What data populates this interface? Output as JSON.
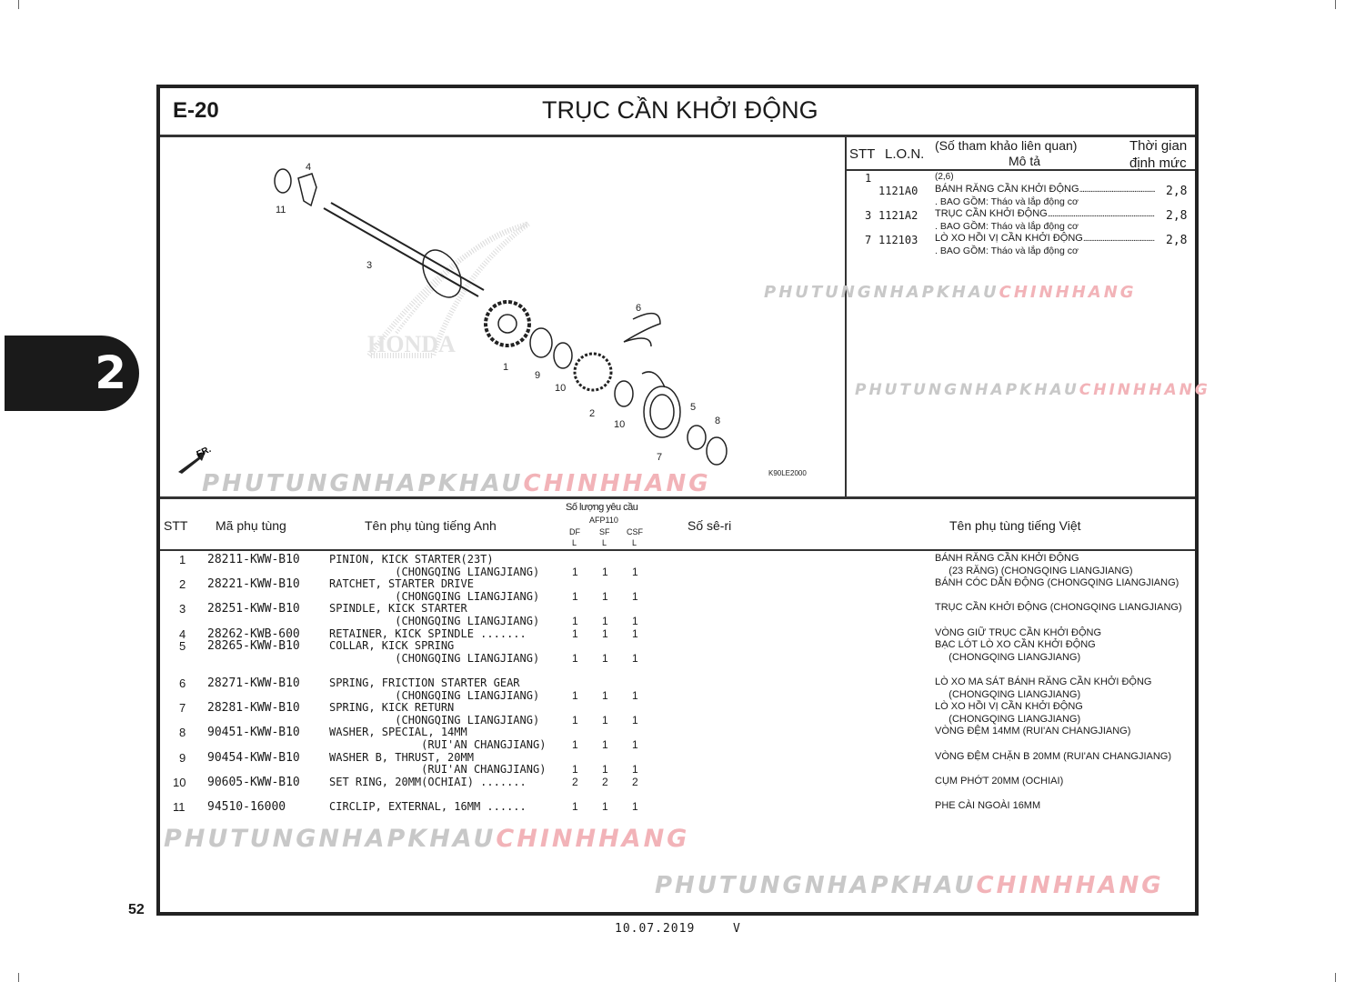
{
  "header": {
    "code": "E-20",
    "title": "TRỤC CẦN KHỞI ĐỘNG"
  },
  "watermark": {
    "part1": "PHUTUNGNHAPKHAU",
    "part2": "CHINHHANG"
  },
  "chapter_tab": "2",
  "page_number": "52",
  "footer": {
    "date": "10.07.2019",
    "version": "V"
  },
  "diagram": {
    "code": "K90LE2000",
    "front_label": "FR.",
    "brand_watermark": "HONDA",
    "callouts": [
      "4",
      "11",
      "3",
      "1",
      "9",
      "10",
      "2",
      "10",
      "6",
      "5",
      "8",
      "7"
    ]
  },
  "labor": {
    "headers": {
      "stt": "STT",
      "lon": "L.O.N.",
      "ref": "(Số tham khảo liên quan)",
      "desc": "Mô tả",
      "time1": "Thời gian",
      "time2": "định mức"
    },
    "rows": [
      {
        "stt": "1",
        "ref": "(2,6)",
        "lon": "1121A0",
        "desc": "BÁNH RĂNG CẦN KHỞI ĐỘNG",
        "note": ". BAO GỒM: Tháo và lắp động cơ",
        "time": "2,8"
      },
      {
        "stt": "3",
        "ref": "",
        "lon": "1121A2",
        "desc": "TRỤC CẦN KHỞI ĐỘNG",
        "note": ". BAO GỒM: Tháo và lắp động cơ",
        "time": "2,8"
      },
      {
        "stt": "7",
        "ref": "",
        "lon": "112103",
        "desc": "LÒ XO HỒI VỊ CẦN KHỞI ĐỘNG",
        "note": ". BAO GỒM: Tháo và lắp động cơ",
        "time": "2,8"
      }
    ]
  },
  "parts": {
    "headers": {
      "stt": "STT",
      "part_no": "Mã phụ tùng",
      "name_en": "Tên phụ tùng tiếng Anh",
      "qty_title": "Số lượng yêu cầu",
      "model": "AFP110",
      "qty_cols": [
        "DF",
        "SF",
        "CSF"
      ],
      "qty_sub": "L",
      "serial": "Số sê-ri",
      "name_vi": "Tên phụ tùng tiếng Việt"
    },
    "rows": [
      {
        "stt": "1",
        "part_no": "28211-KWW-B10",
        "name_en": "PINION, KICK STARTER(23T)\n          (CHONGQING LIANGJIANG)",
        "qty": [
          "1",
          "1",
          "1"
        ],
        "name_vi": "BÁNH RĂNG CẦN KHỞI ĐỘNG\n     (23 RĂNG) (CHONGQING LIANGJIANG)"
      },
      {
        "stt": "2",
        "part_no": "28221-KWW-B10",
        "name_en": "RATCHET, STARTER DRIVE\n          (CHONGQING LIANGJIANG)",
        "qty": [
          "1",
          "1",
          "1"
        ],
        "name_vi": "BÁNH CÓC DẪN ĐỘNG (CHONGQING LIANGJIANG)"
      },
      {
        "stt": "3",
        "part_no": "28251-KWW-B10",
        "name_en": "SPINDLE, KICK STARTER\n          (CHONGQING LIANGJIANG)",
        "qty": [
          "1",
          "1",
          "1"
        ],
        "name_vi": "TRỤC CẦN KHỞI ĐỘNG (CHONGQING LIANGJIANG)"
      },
      {
        "stt": "4",
        "part_no": "28262-KWB-600",
        "name_en": "RETAINER, KICK SPINDLE .......",
        "qty": [
          "1",
          "1",
          "1"
        ],
        "name_vi": "VÒNG GIỮ TRỤC CẦN KHỞI ĐỘNG"
      },
      {
        "stt": "5",
        "part_no": "28265-KWW-B10",
        "name_en": "COLLAR, KICK SPRING\n          (CHONGQING LIANGJIANG)",
        "qty": [
          "1",
          "1",
          "1"
        ],
        "name_vi": "BẠC LÓT LÒ XO CẦN KHỞI ĐỘNG\n     (CHONGQING LIANGJIANG)"
      },
      {
        "stt": "6",
        "part_no": "28271-KWW-B10",
        "name_en": "SPRING, FRICTION STARTER GEAR\n          (CHONGQING LIANGJIANG)",
        "qty": [
          "1",
          "1",
          "1"
        ],
        "name_vi": "LÒ XO MA SÁT BÁNH RĂNG CẦN KHỞI ĐỘNG\n     (CHONGQING LIANGJIANG)"
      },
      {
        "stt": "7",
        "part_no": "28281-KWW-B10",
        "name_en": "SPRING, KICK RETURN\n          (CHONGQING LIANGJIANG)",
        "qty": [
          "1",
          "1",
          "1"
        ],
        "name_vi": "LÒ XO HỒI VỊ CẦN KHỞI ĐỘNG\n     (CHONGQING LIANGJIANG)"
      },
      {
        "stt": "8",
        "part_no": "90451-KWW-B10",
        "name_en": "WASHER, SPECIAL, 14MM\n              (RUI'AN CHANGJIANG)",
        "qty": [
          "1",
          "1",
          "1"
        ],
        "name_vi": "VÒNG ĐỆM 14MM (RUI'AN CHANGJIANG)"
      },
      {
        "stt": "9",
        "part_no": "90454-KWW-B10",
        "name_en": "WASHER B, THRUST, 20MM\n              (RUI'AN CHANGJIANG)",
        "qty": [
          "1",
          "1",
          "1"
        ],
        "name_vi": "VÒNG ĐỆM CHẶN B 20MM (RUI'AN CHANGJIANG)"
      },
      {
        "stt": "10",
        "part_no": "90605-KWW-B10",
        "name_en": "SET RING, 20MM(OCHIAI) .......",
        "qty": [
          "2",
          "2",
          "2"
        ],
        "name_vi": "CỤM PHỚT 20MM (OCHIAI)"
      },
      {
        "stt": "11",
        "part_no": "94510-16000",
        "name_en": "CIRCLIP, EXTERNAL, 16MM ......",
        "qty": [
          "1",
          "1",
          "1"
        ],
        "name_vi": "PHE CÀI NGOÀI 16MM"
      }
    ]
  }
}
